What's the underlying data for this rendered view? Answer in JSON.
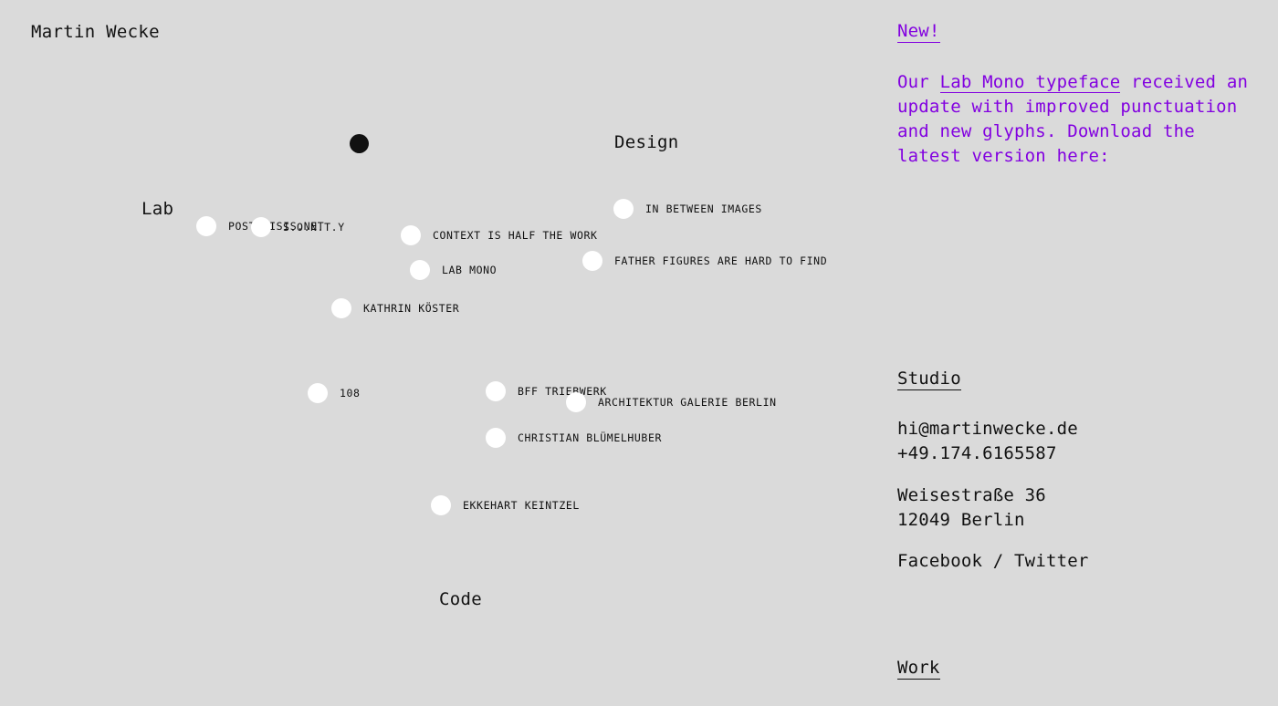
{
  "site": {
    "title": "Martin Wecke"
  },
  "map": {
    "categories": {
      "lab": "Lab",
      "design": "Design",
      "code": "Code"
    },
    "projects": [
      {
        "id": "postcrisis-net",
        "label": "POSTCRISIS.NET"
      },
      {
        "id": "s-o-n-t-y",
        "label": "S.O.N.T.Y"
      },
      {
        "id": "context-is-half-the-work",
        "label": "CONTEXT IS HALF THE WORK"
      },
      {
        "id": "in-between-images",
        "label": "IN BETWEEN IMAGES"
      },
      {
        "id": "father-figures",
        "label": "FATHER FIGURES ARE HARD TO FIND"
      },
      {
        "id": "lab-mono",
        "label": "LAB MONO"
      },
      {
        "id": "kathrin-koester",
        "label": "KATHRIN KÖSTER"
      },
      {
        "id": "108",
        "label": "108"
      },
      {
        "id": "bff-triebwerk",
        "label": "BFF TRIEBWERK"
      },
      {
        "id": "architektur-galerie-berlin",
        "label": "ARCHITEKTUR GALERIE BERLIN"
      },
      {
        "id": "christian-bluemelhuber",
        "label": "CHRISTIAN BLÜMELHUBER"
      },
      {
        "id": "ekkehart-keintzel",
        "label": "EKKEHART KEINTZEL"
      }
    ]
  },
  "sidebar": {
    "news": {
      "heading": "New!",
      "text_before": "Our ",
      "link_label": "Lab Mono typeface",
      "text_after": " received an update with improved punctuation and new glyphs. Download the latest version here:"
    },
    "studio": {
      "heading": "Studio",
      "email": "hi@martinwecke.de",
      "phone": "+49.174.6165587",
      "street": "Weisestraße 36",
      "city": "12049 Berlin",
      "facebook": "Facebook",
      "separator": " / ",
      "twitter": "Twitter"
    },
    "work": {
      "heading": "Work"
    }
  },
  "colors": {
    "background": "#dadada",
    "accent": "#8200e0",
    "text": "#111111",
    "dot": "#ffffff"
  }
}
